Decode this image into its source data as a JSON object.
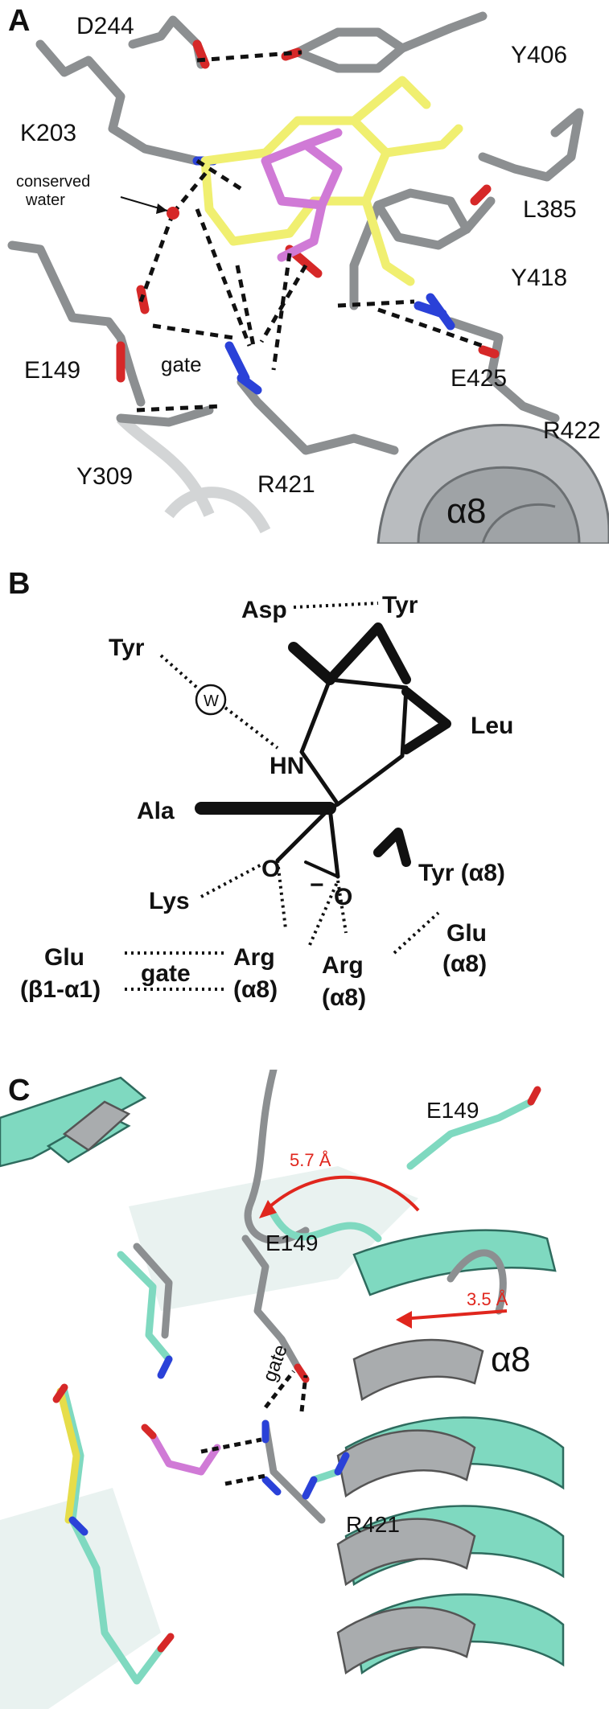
{
  "panelA": {
    "label": "A",
    "residues": [
      "D244",
      "Y406",
      "K203",
      "L385",
      "Y418",
      "E149",
      "E425",
      "R422",
      "Y309",
      "R421"
    ],
    "water_label_1": "conserved",
    "water_label_2": "water",
    "gate": "gate",
    "helix_a": "α",
    "helix_n": "8"
  },
  "panelB": {
    "label": "B",
    "asp": "Asp",
    "tyr_top": "Tyr",
    "tyr_left": "Tyr",
    "water": "W",
    "hn": "HN",
    "leu": "Leu",
    "ala": "Ala",
    "tyr_a8": "Tyr (α8)",
    "o1": "O",
    "o2": "O",
    "minus": "−",
    "lys": "Lys",
    "glu_r": "Glu",
    "glu_r_sub": "(α8)",
    "glu_l": "Glu",
    "glu_l_sub": "(β1-α1)",
    "gate": "gate",
    "arg1": "Arg",
    "arg1_sub": "(α8)",
    "arg2": "Arg",
    "arg2_sub": "(α8)"
  },
  "panelC": {
    "label": "C",
    "e149_top": "E149",
    "e149_mid": "E149",
    "dist1": "5.7 Å",
    "dist2": "3.5 Å",
    "gate": "gate",
    "r421": "R421",
    "helix_a": "α",
    "helix_n": "8"
  }
}
